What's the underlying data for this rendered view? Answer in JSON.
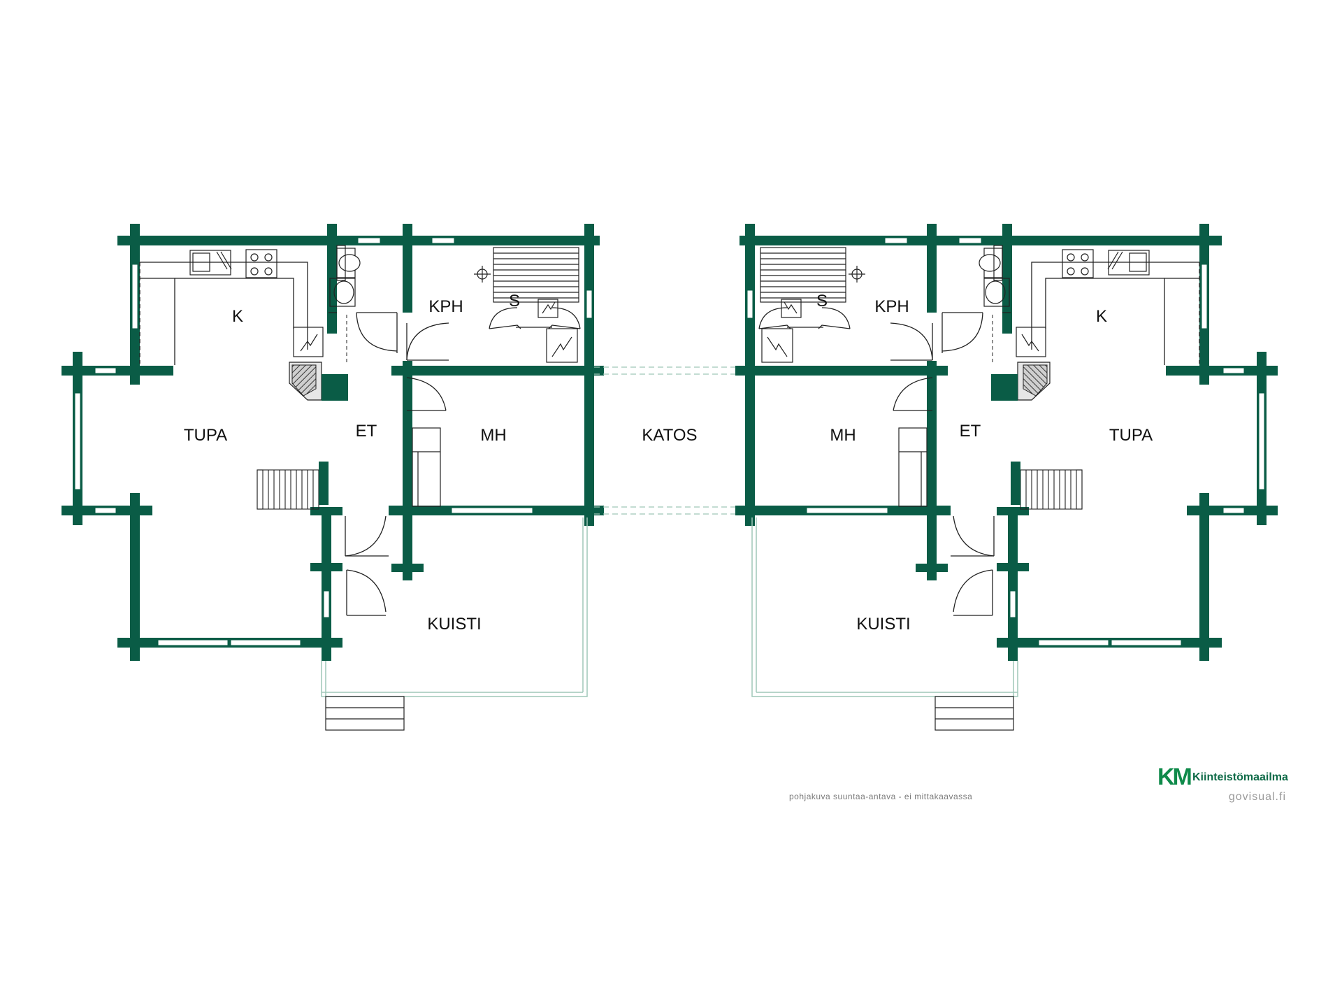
{
  "rooms_left": {
    "k": "K",
    "kph": "KPH",
    "s": "S",
    "tupa": "TUPA",
    "et": "ET",
    "mh": "MH",
    "kuisti": "KUISTI"
  },
  "shared": {
    "katos": "KATOS"
  },
  "rooms_right": {
    "k": "K",
    "kph": "KPH",
    "s": "S",
    "tupa": "TUPA",
    "et": "ET",
    "mh": "MH",
    "kuisti": "KUISTI"
  },
  "footer": {
    "logo_mark": "KM",
    "logo_name": "Kiinteistömaailma",
    "url": "govisual.fi",
    "disclaimer": "pohjakuva suuntaa-antava - ei mittakaavassa"
  },
  "colors": {
    "wall": "#0a5c46",
    "brand": "#0f8a4a"
  }
}
